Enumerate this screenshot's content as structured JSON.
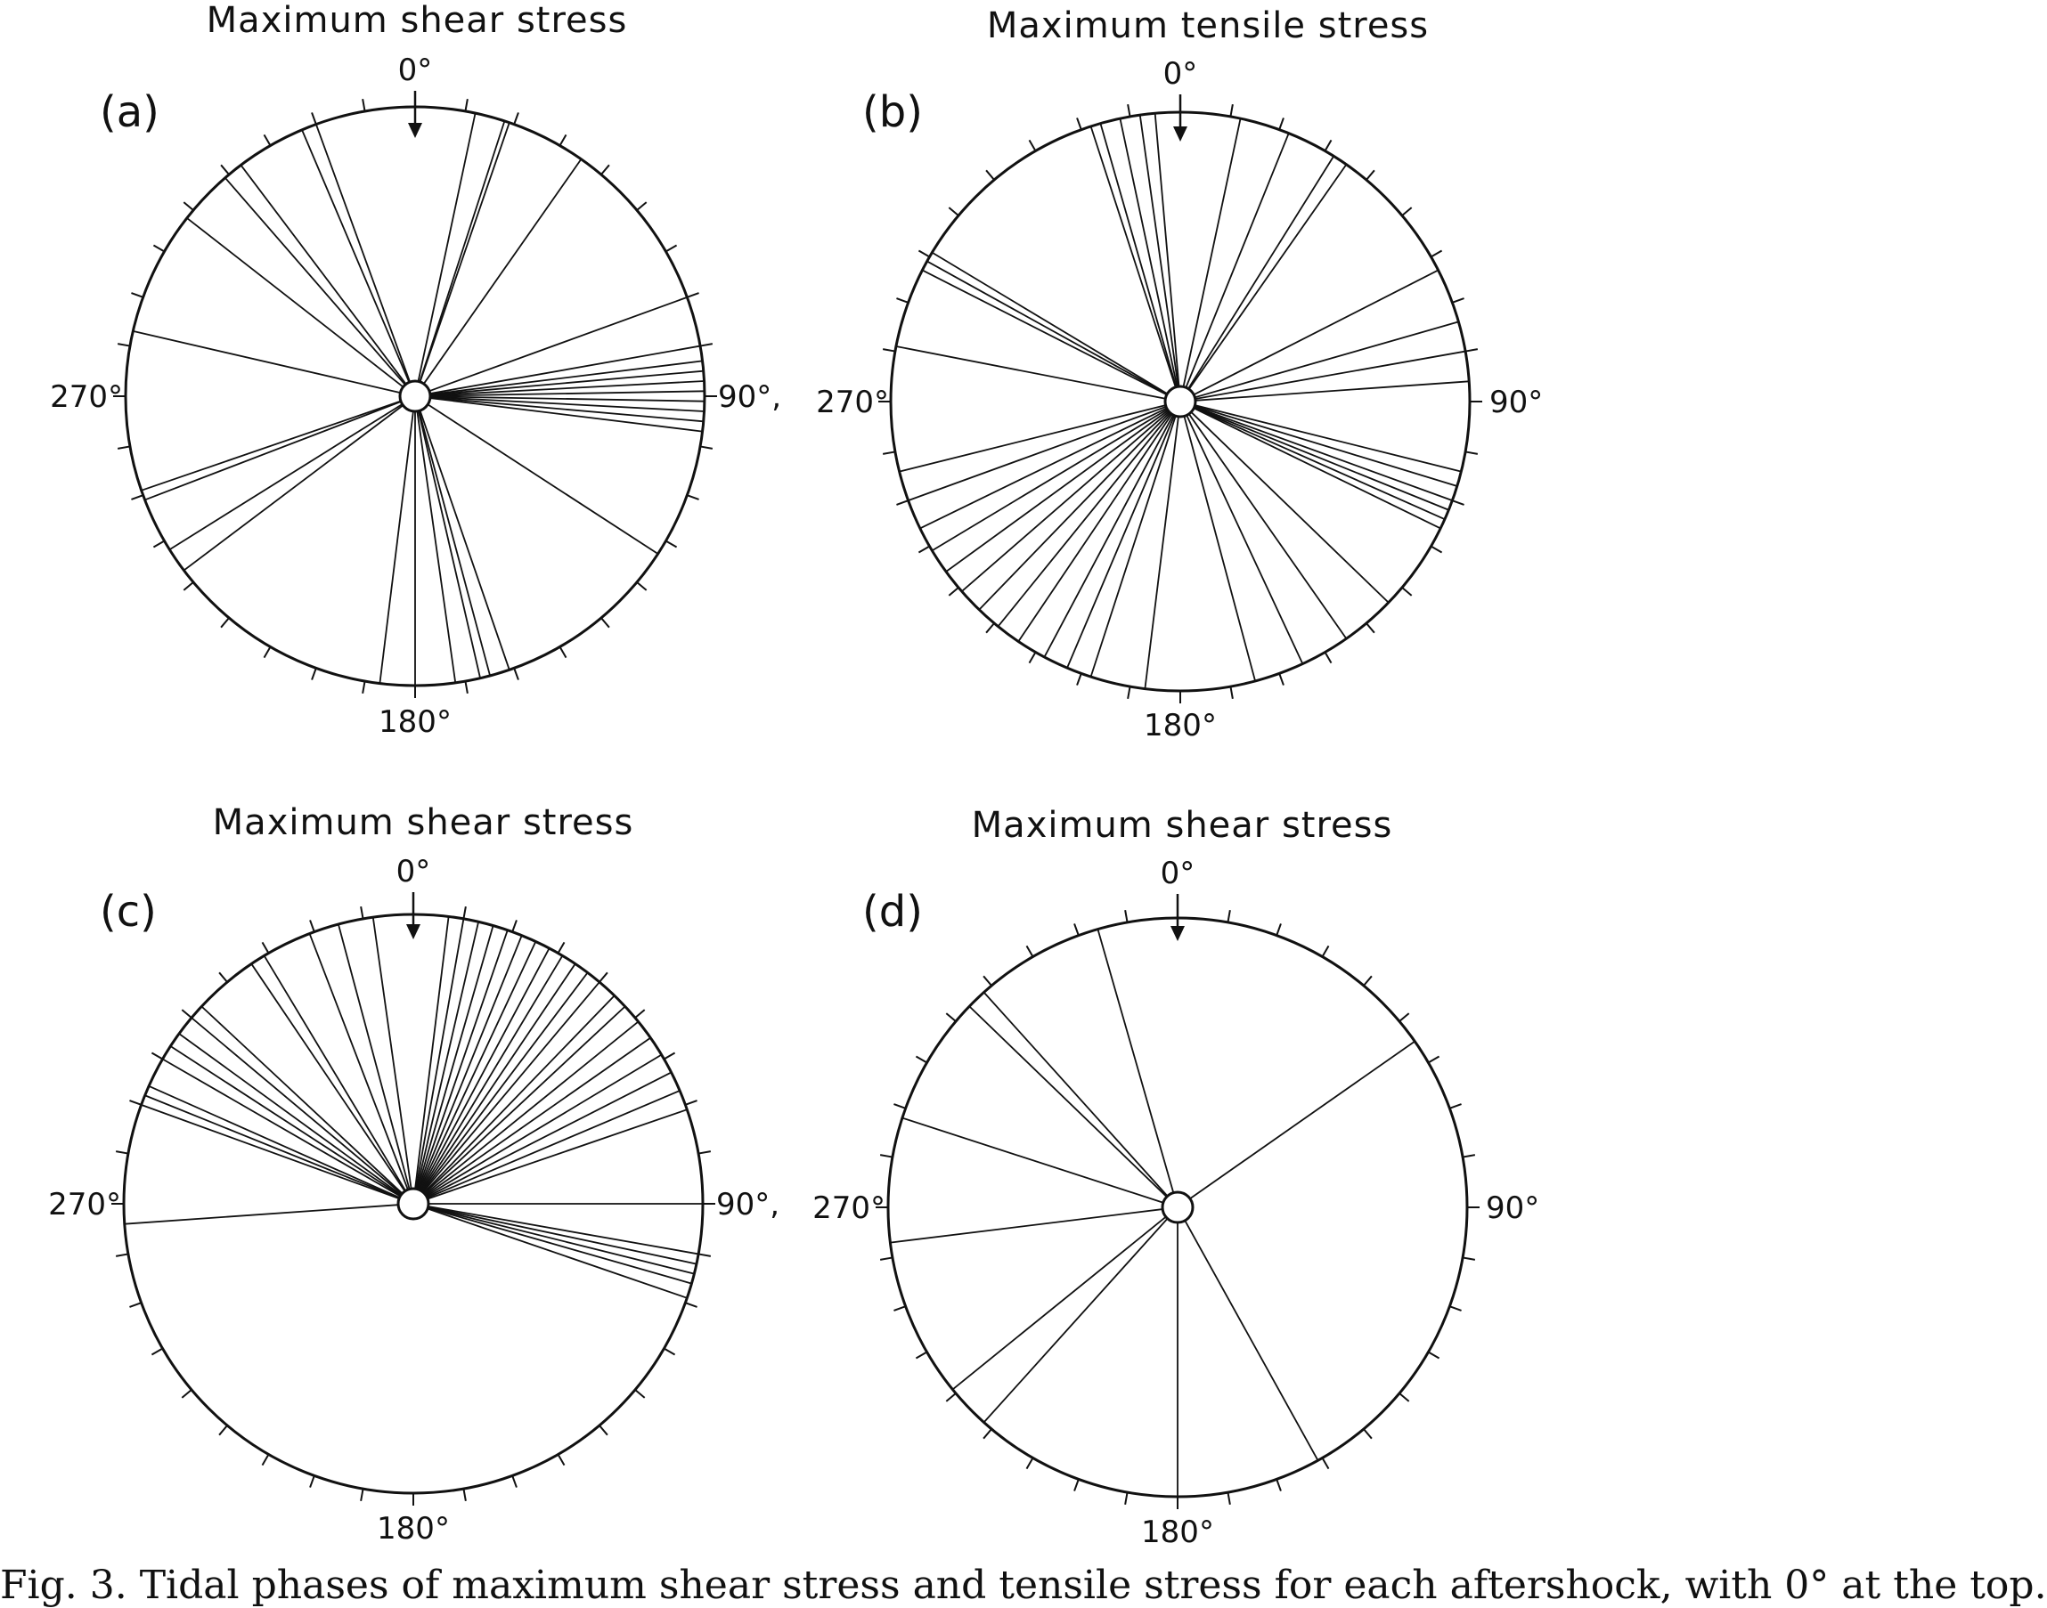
{
  "panels": [
    {
      "id": "a",
      "label": "(a)",
      "title": "Maximum shear stress",
      "deg_top": "0°",
      "deg_right": "90°,",
      "deg_bottom": "180°",
      "deg_left": "270°",
      "azimuths_deg": [
        12,
        18,
        19,
        35,
        161,
        165,
        167,
        172,
        180,
        187,
        233,
        238,
        249,
        251,
        283,
        308,
        319,
        323,
        337,
        340,
        70,
        80,
        83,
        85,
        87,
        89,
        91,
        93,
        95,
        97,
        123
      ]
    },
    {
      "id": "b",
      "label": "(b)",
      "title": "Maximum tensile stress",
      "deg_top": "0°",
      "deg_right": "90°",
      "deg_bottom": "180°",
      "deg_left": "270°",
      "azimuths_deg": [
        342,
        344,
        348,
        352,
        355,
        12,
        22,
        32,
        35,
        63,
        74,
        80,
        86,
        104,
        107,
        110,
        112,
        114,
        116,
        134,
        145,
        155,
        165,
        187,
        198,
        203,
        208,
        214,
        219,
        224,
        229,
        234,
        239,
        244,
        250,
        256,
        281,
        297,
        299,
        301
      ]
    },
    {
      "id": "c",
      "label": "(c)",
      "title": "Maximum shear stress",
      "deg_top": "0°",
      "deg_right": "90°,",
      "deg_bottom": "180°",
      "deg_left": "270°",
      "azimuths_deg": [
        7,
        10,
        13,
        16,
        19,
        22,
        25,
        28,
        31,
        34,
        37,
        40,
        44,
        47,
        51,
        55,
        59,
        63,
        67,
        71,
        90,
        100,
        102,
        104,
        106,
        109,
        266,
        290,
        292,
        294,
        300,
        303,
        306,
        310,
        313,
        326,
        329,
        339,
        345,
        352
      ]
    },
    {
      "id": "d",
      "label": "(d)",
      "title": "Maximum shear stress",
      "deg_top": "0°",
      "deg_right": "90°",
      "deg_bottom": "180°",
      "deg_left": "270°",
      "azimuths_deg": [
        55,
        151,
        180,
        222,
        231,
        263,
        288,
        314,
        318,
        344
      ]
    }
  ],
  "caption": "Fig. 3. Tidal phases of maximum shear stress and tensile stress for each aftershock, with 0° at the top."
}
